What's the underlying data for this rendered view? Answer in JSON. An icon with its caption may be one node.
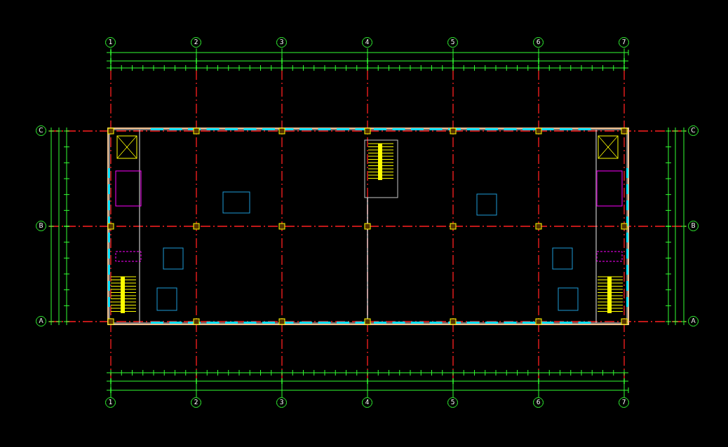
{
  "diagram": {
    "nodes": [
      {
        "text": [
          "1"
        ]
      },
      {
        "text": [
          "2"
        ]
      },
      {
        "text": [
          "3"
        ]
      },
      {
        "text": [
          "4"
        ]
      },
      {
        "text": [
          "5"
        ]
      },
      {
        "text": [
          "6"
        ]
      },
      {
        "text": [
          "7"
        ]
      },
      {
        "text": [
          "C"
        ]
      },
      {
        "text": [
          "C"
        ]
      },
      {
        "text": [
          "B"
        ]
      },
      {
        "text": [
          "B"
        ]
      },
      {
        "text": [
          "A"
        ]
      },
      {
        "text": [
          "A"
        ]
      },
      {
        "text": [
          "1"
        ]
      },
      {
        "text": [
          "2"
        ]
      },
      {
        "text": [
          "3"
        ]
      },
      {
        "text": [
          "4"
        ]
      },
      {
        "text": [
          "5"
        ]
      },
      {
        "text": [
          "6"
        ]
      },
      {
        "text": [
          "7"
        ]
      }
    ]
  }
}
